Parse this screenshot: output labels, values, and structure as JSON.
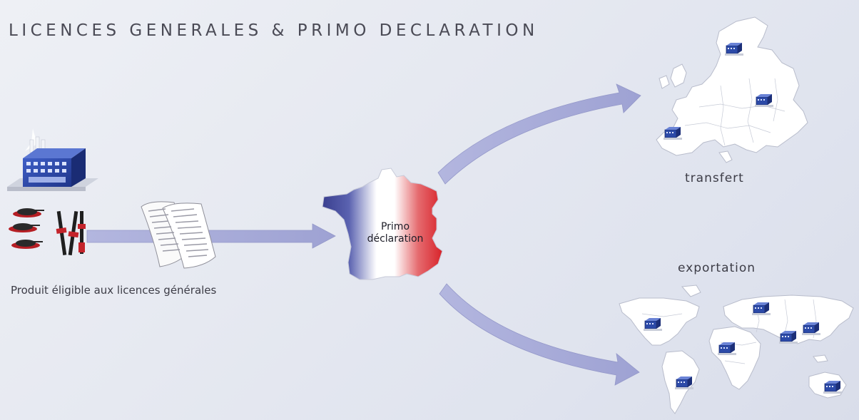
{
  "title": "LICENCES GENERALES & PRIMO DECLARATION",
  "labels": {
    "product": "Produit éligible aux licences générales",
    "primo_line1": "Primo",
    "primo_line2": "déclaration",
    "transfert": "transfert",
    "exportation": "exportation"
  },
  "colors": {
    "arrow": "#a8acd8",
    "france_blue": "#3a3f8f",
    "france_red": "#d8232a",
    "building": "#2c4aa8",
    "text": "#3c3c46"
  },
  "icons": [
    "factory-icon",
    "weapons-icon",
    "documents-icon",
    "france-map-icon",
    "europe-map-icon",
    "world-map-icon"
  ]
}
